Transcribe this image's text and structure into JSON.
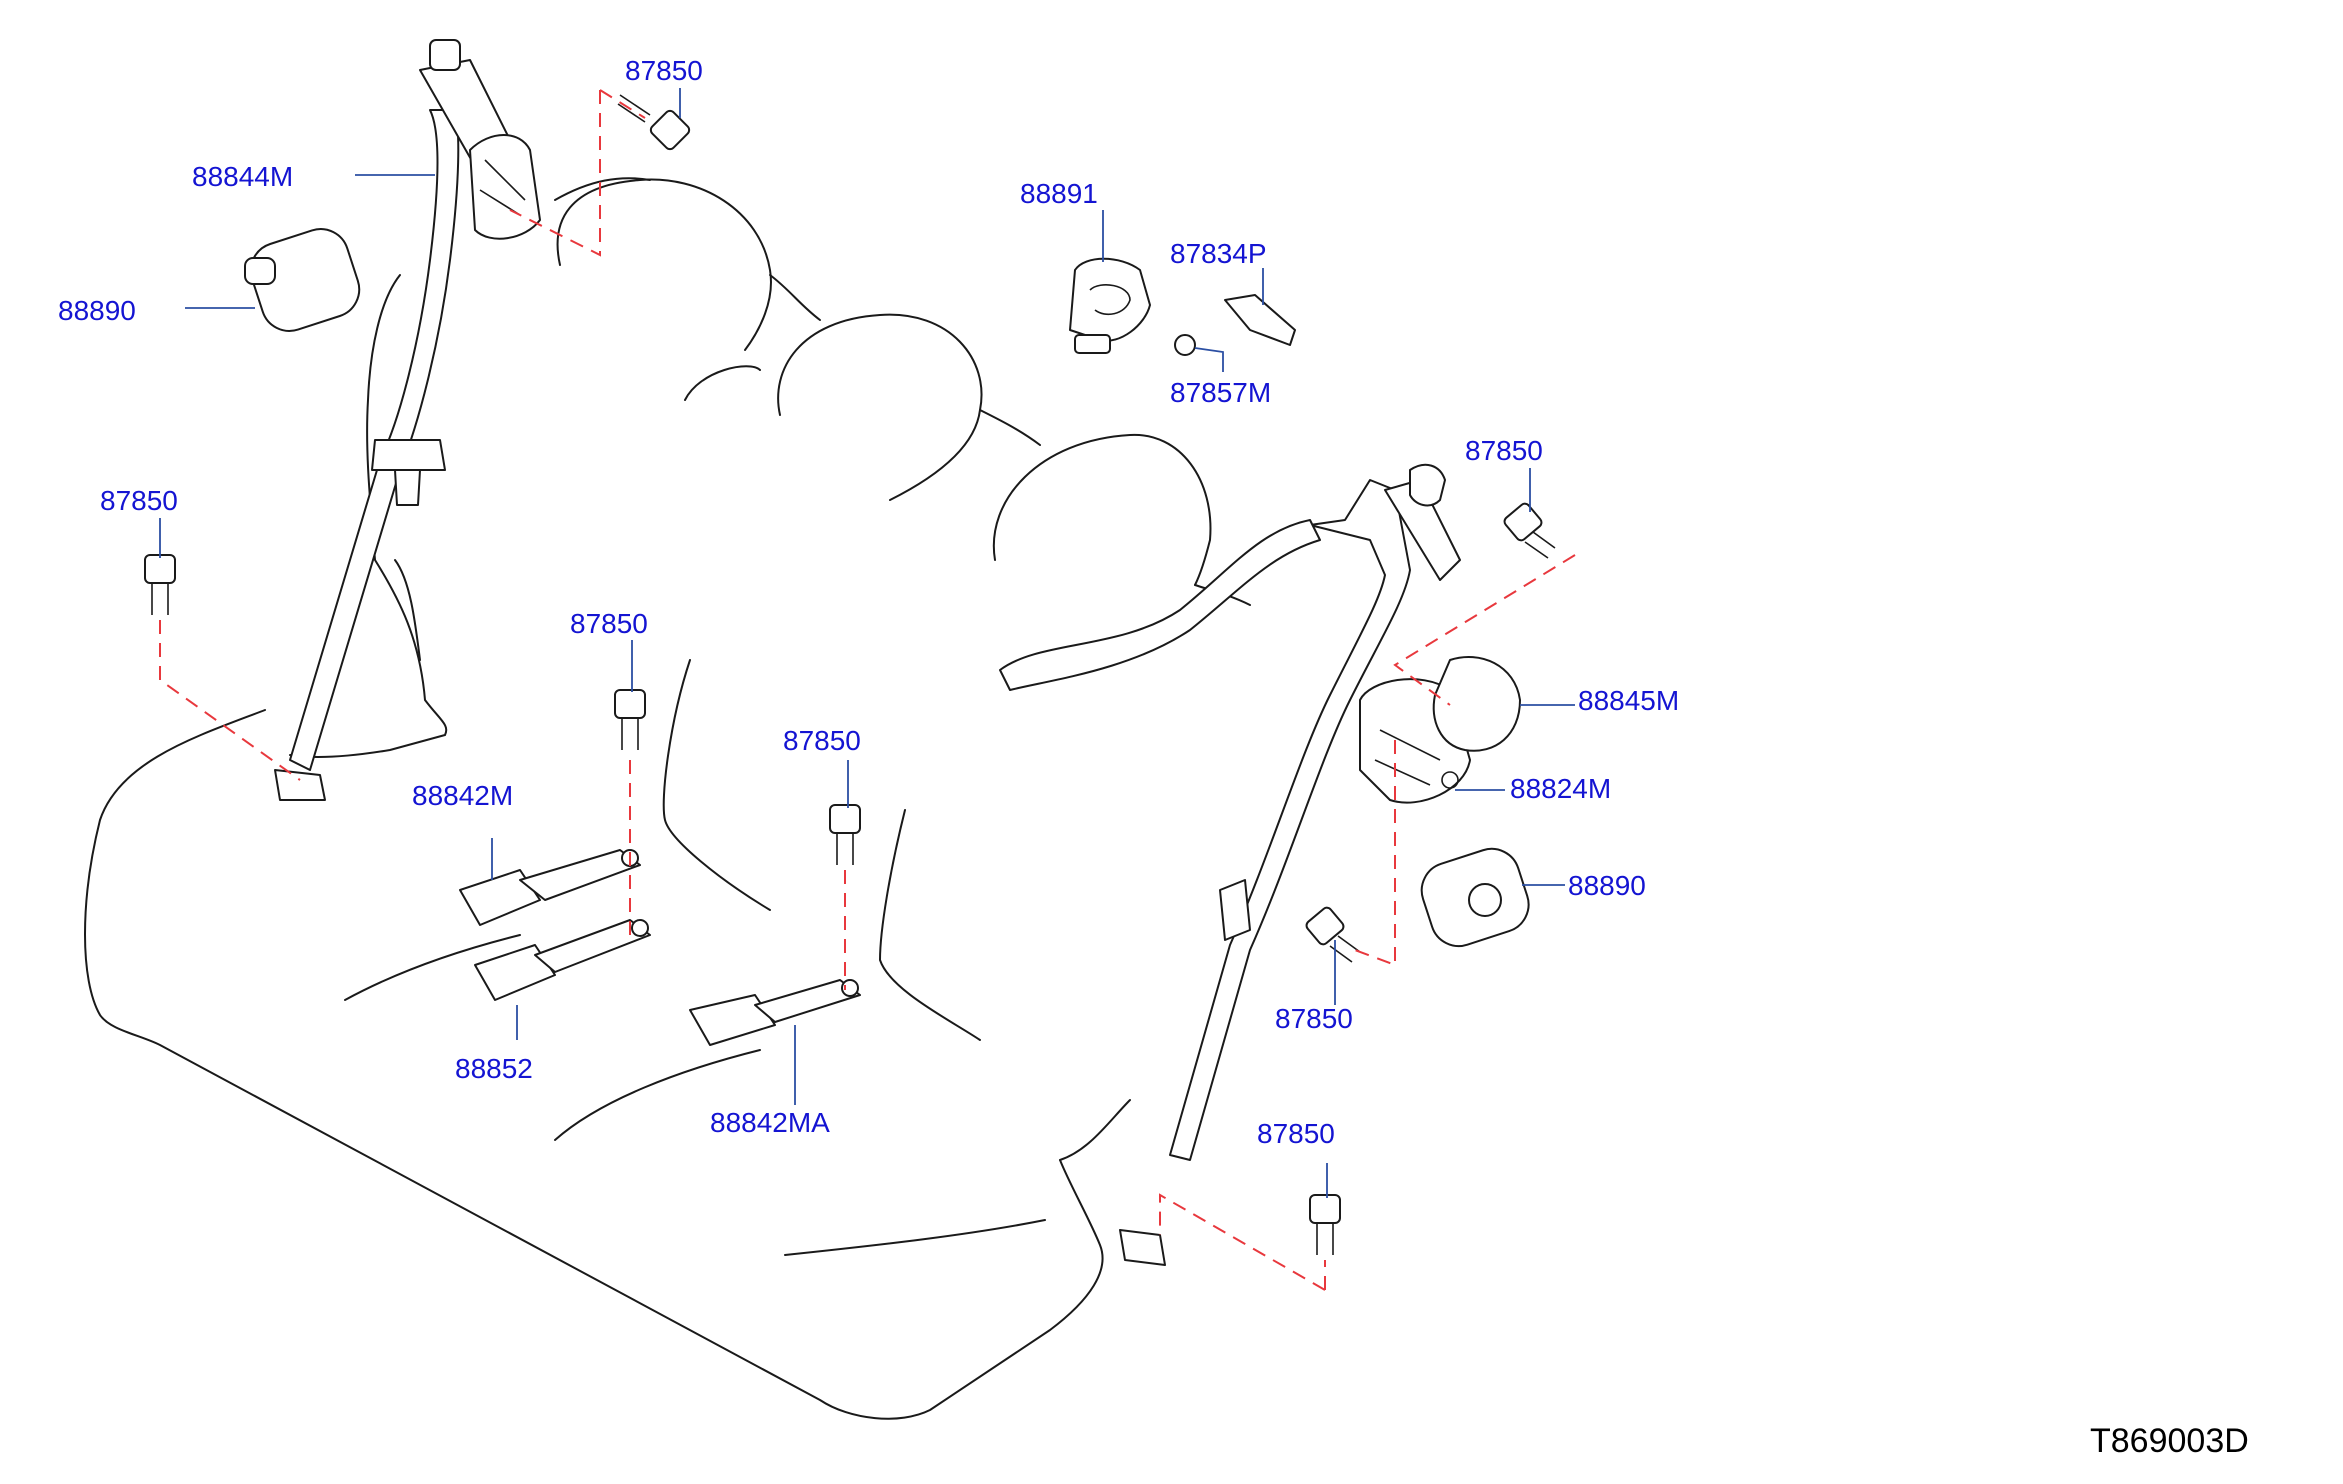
{
  "diagram": {
    "diagram_id": "T869003D",
    "colors": {
      "callout": "#1414d2",
      "leader": "#2b4fa3",
      "dashed_guide": "#e8383d",
      "line_art": "#1a1a1a",
      "background": "#ffffff"
    },
    "callouts": [
      {
        "id": "c1",
        "label": "87850"
      },
      {
        "id": "c2",
        "label": "88844M"
      },
      {
        "id": "c3",
        "label": "88890"
      },
      {
        "id": "c4",
        "label": "88891"
      },
      {
        "id": "c5",
        "label": "87834P"
      },
      {
        "id": "c6",
        "label": "87857M"
      },
      {
        "id": "c7",
        "label": "87850"
      },
      {
        "id": "c8",
        "label": "87850"
      },
      {
        "id": "c9",
        "label": "88845M"
      },
      {
        "id": "c10",
        "label": "87850"
      },
      {
        "id": "c11",
        "label": "88824M"
      },
      {
        "id": "c12",
        "label": "87850"
      },
      {
        "id": "c13",
        "label": "88842M"
      },
      {
        "id": "c14",
        "label": "88890"
      },
      {
        "id": "c15",
        "label": "87850"
      },
      {
        "id": "c16",
        "label": "88852"
      },
      {
        "id": "c17",
        "label": "88842MA"
      },
      {
        "id": "c18",
        "label": "87850"
      }
    ]
  }
}
